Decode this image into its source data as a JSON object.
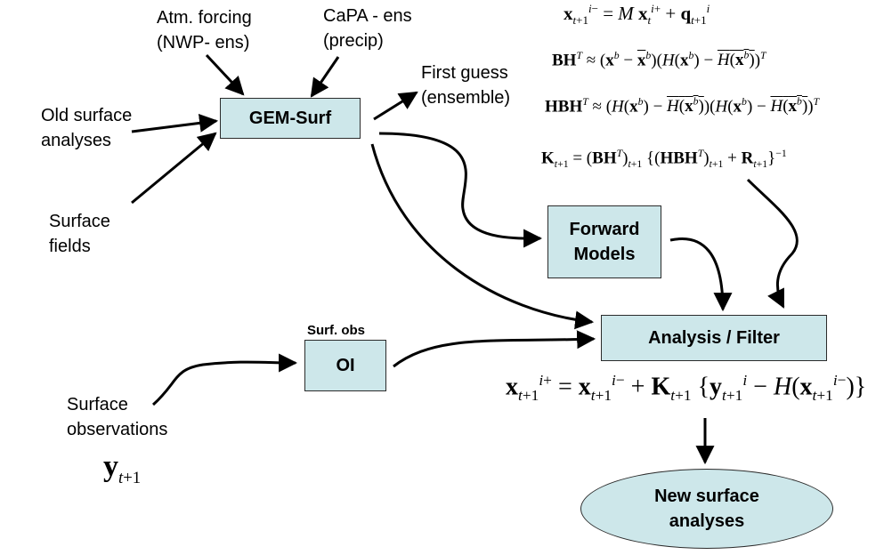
{
  "inputs": {
    "atm_forcing": [
      "Atm. forcing",
      "(NWP- ens)"
    ],
    "capa": [
      "CaPA - ens",
      "(precip)"
    ],
    "old_surface": [
      "Old surface",
      "analyses"
    ],
    "surface_fields": [
      "Surface",
      "fields"
    ],
    "first_guess": [
      "First guess",
      "(ensemble)"
    ],
    "surface_observations": [
      "Surface",
      "observations"
    ]
  },
  "boxes": {
    "gem_surf": "GEM-Surf",
    "forward_models": [
      "Forward",
      "Models"
    ],
    "surf_obs_label": "Surf. obs",
    "oi": "OI",
    "analysis_filter": "Analysis / Filter",
    "new_surface": [
      "New surface",
      "analyses"
    ]
  },
  "equations": {
    "forecast": "x_{t+1}^{i-} = M x_t^{i+} + q_{t+1}^i",
    "bht": "BH^T ≈ (x^b − x̄^b)(H(x^b) − H̄(x^b))^T",
    "hbht": "HBH^T ≈ (H(x^b) − H̄(x^b))(H(x^b) − H̄(x^b))^T",
    "gain": "K_{t+1} = (BH^T)_{t+1} {(HBH^T)_{t+1} + R_{t+1}}^{-1}",
    "update": "x_{t+1}^{i+} = x_{t+1}^{i-} + K_{t+1} {y_{t+1}^i − H(x_{t+1}^{i-})}",
    "observation_vector": "y_{t+1}"
  }
}
